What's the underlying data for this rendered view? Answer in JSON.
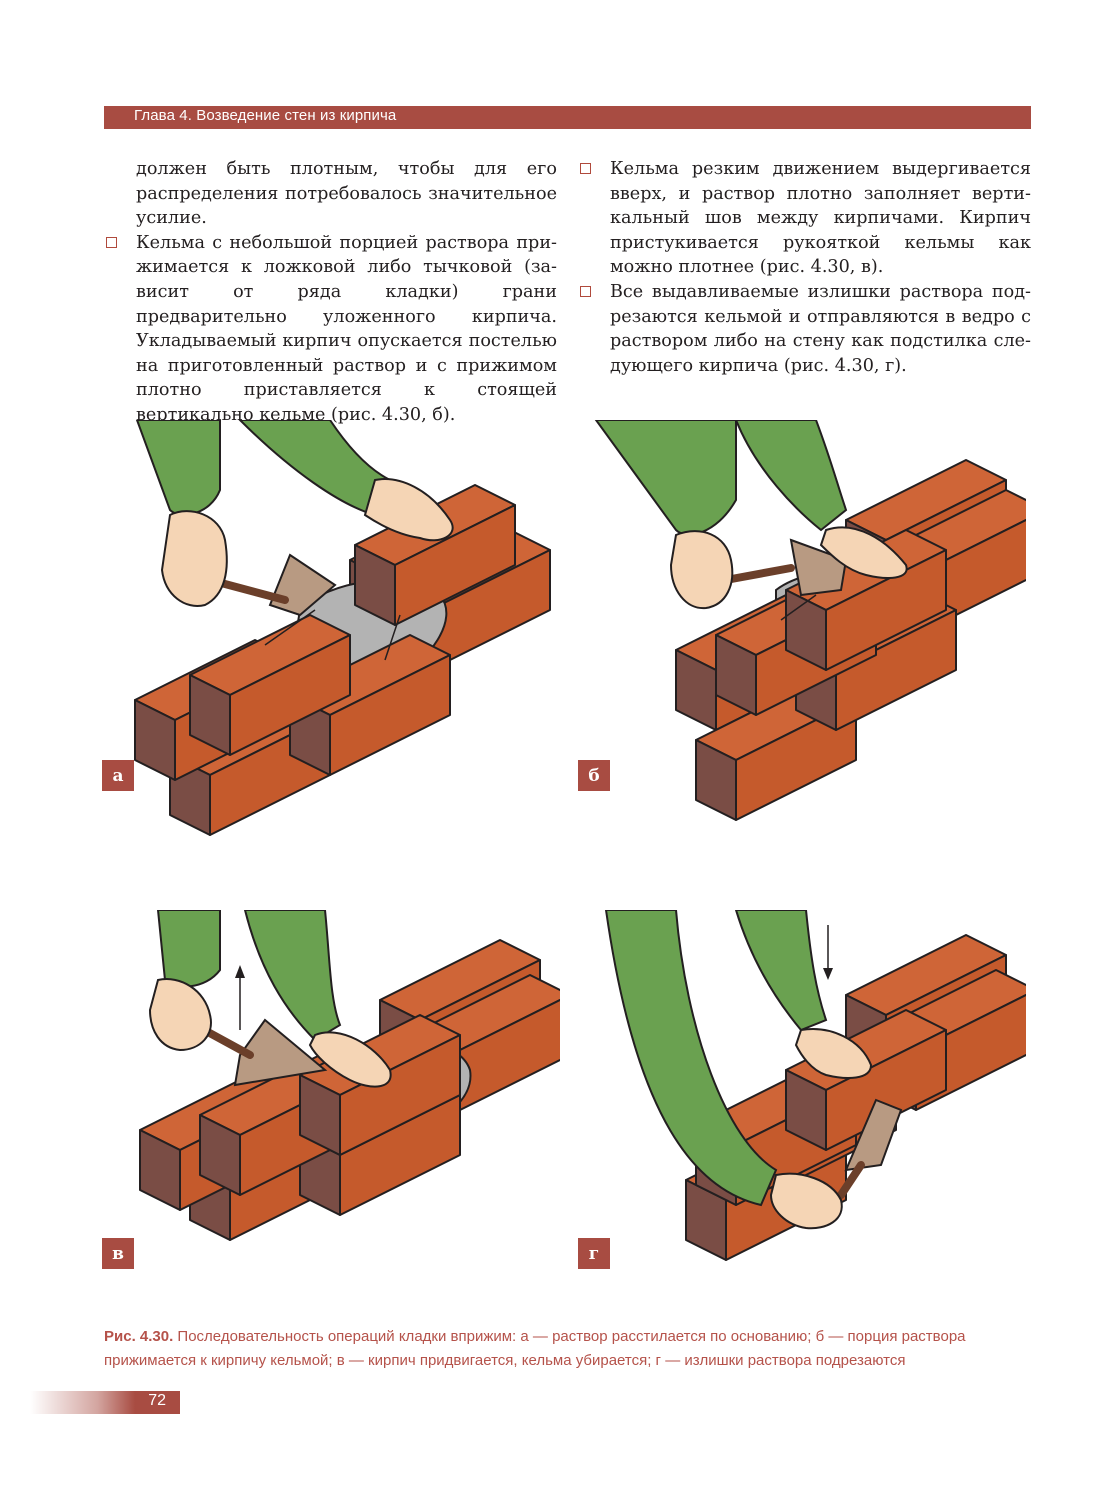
{
  "header": {
    "title": "Глава 4. Возведение стен из кирпича"
  },
  "left_column": {
    "p1": "должен быть плотным, чтобы для его распре­деления потребовалось значительное усилие.",
    "p2": "Кельма с небольшой порцией раствора при­жимается к ложковой либо тычковой (за­висит от ряда кладки) грани предварительно уложенного кирпича. Укладываемый кирпич опускается постелью на приготовленный раствор и с прижимом плотно приставляется к  стоящей вертикально кельме (рис. 4.30, б)."
  },
  "right_column": {
    "p1": "Кельма резким движением выдергивается вверх, и раствор плотно заполняет верти­кальный шов между кирпичами. Кирпич при­стукивается рукояткой кельмы как можно плотнее (рис. 4.30, в).",
    "p2": "Все выдавливаемые излишки раствора под­резаются кельмой и отправляются в ведро с раствором либо на стену как подстилка сле­дующего кирпича (рис. 4.30, г)."
  },
  "panels": {
    "a": "а",
    "b": "б",
    "c": "в",
    "d": "г"
  },
  "caption": {
    "label": "Рис. 4.30.",
    "text": " Последовательность операций кладки вприжим: а — раствор расстилается по основанию; б — порция раствора прижимается к кирпичу кельмой; в — кирпич придвигается, кельма убирается; г — излишки раствора подрезаются"
  },
  "page_number": "72",
  "colors": {
    "accent": "#a84c42",
    "brick": "#cf6537",
    "brick_dark": "#7a4d45",
    "sleeve": "#6aa150",
    "skin": "#f5d5b5",
    "trowel": "#b89a82",
    "mortar": "#b3b3b3"
  }
}
